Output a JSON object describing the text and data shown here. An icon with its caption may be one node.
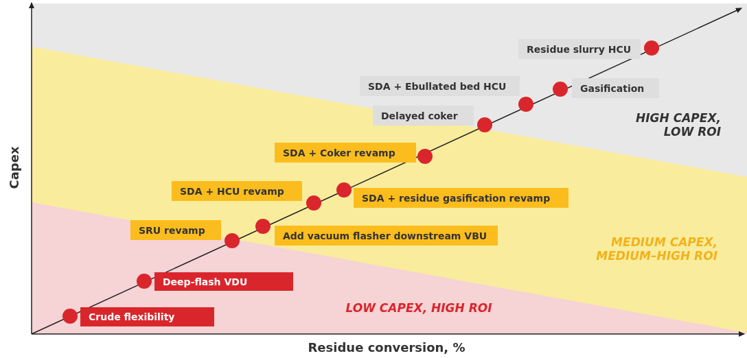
{
  "diagram": {
    "nodes": [
      {
        "text": [
          "Residue slurry HCU"
        ]
      },
      {
        "text": [
          "SDA + Ebullated bed HCU"
        ]
      },
      {
        "text": [
          "Gasification"
        ]
      },
      {
        "text": [
          "Delayed coker"
        ]
      },
      {
        "text": [
          "SDA + Coker  revamp"
        ]
      },
      {
        "text": [
          "SDA + HCU revamp"
        ]
      },
      {
        "text": [
          "SDA + residue gasification revamp"
        ]
      },
      {
        "text": [
          "SRU revamp"
        ]
      },
      {
        "text": [
          "Add vacuum flasher downstream VBU"
        ]
      },
      {
        "text": [
          "Deep-flash VDU"
        ]
      },
      {
        "text": [
          "Crude flexibility"
        ]
      }
    ],
    "edges": [],
    "labels": [
      "HIGH CAPEX, LOW ROI",
      "MEDIUM CAPEX, MEDIUM–HIGH ROI",
      "LOW CAPEX, HIGH ROI",
      "Capex",
      "Residue conversion, %"
    ]
  }
}
